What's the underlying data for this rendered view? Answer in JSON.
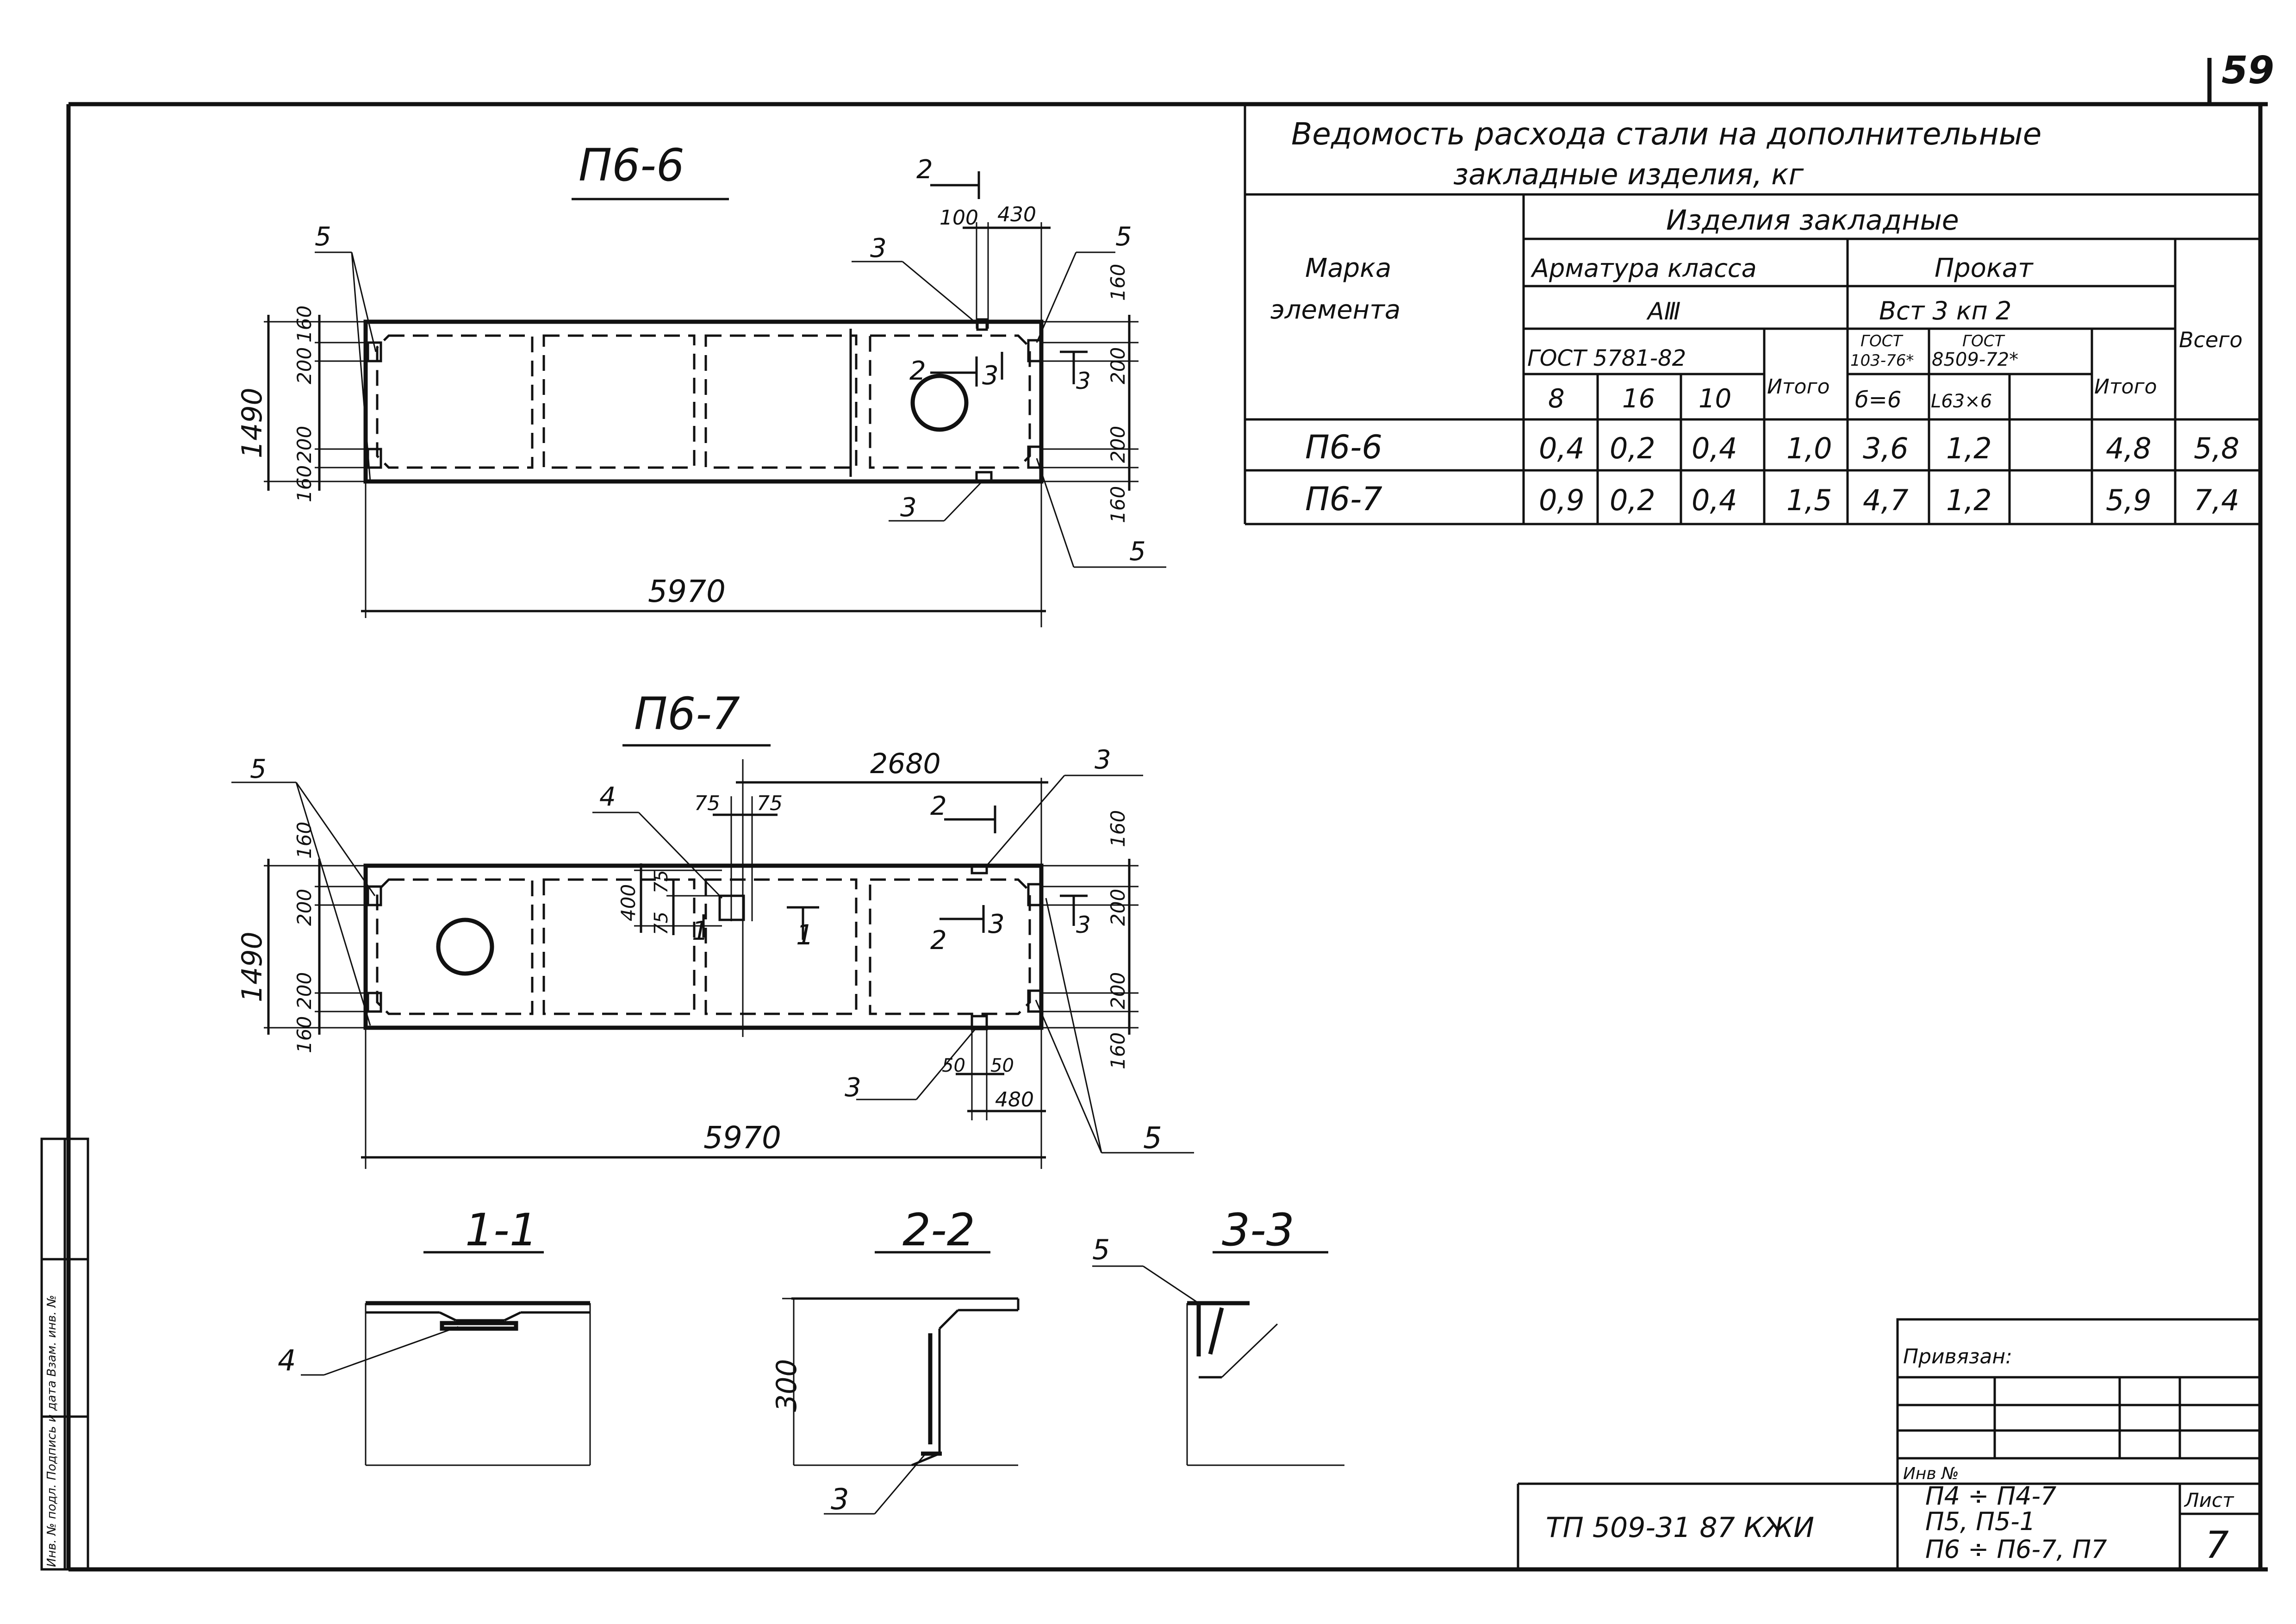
{
  "sheet_number_top": "59",
  "table": {
    "title_line1": "Ведомость расхода стали на дополнительные",
    "title_line2": "закладные изделия, кг",
    "group_header": "Изделия закладные",
    "col_marka": [
      "Марка",
      "элемента"
    ],
    "armatura_header": "Арматура класса",
    "armatura_class": "AⅢ",
    "armatura_gost": "ГОСТ 5781-82",
    "diameters": [
      "8",
      "16",
      "10"
    ],
    "itogo": "Итого",
    "prokat_header": "Прокат",
    "prokat_steel": "Вст 3 кп 2",
    "prokat_gost1": [
      "ГОСТ",
      "103-76*"
    ],
    "prokat_gost2": [
      "ГОСТ",
      "8509-72*"
    ],
    "prokat_sizes": [
      "б=6",
      "L63×6"
    ],
    "vsego": "Всего",
    "rows": [
      {
        "mark": "П6-6",
        "a8": "0,4",
        "a16": "0,2",
        "a10": "0,4",
        "a_total": "1,0",
        "p1": "3,6",
        "p2": "1,2",
        "p3": "",
        "p_total": "4,8",
        "total": "5,8"
      },
      {
        "mark": "П6-7",
        "a8": "0,9",
        "a16": "0,2",
        "a10": "0,4",
        "a_total": "1,5",
        "p1": "4,7",
        "p2": "1,2",
        "p3": "",
        "p_total": "5,9",
        "total": "7,4"
      }
    ]
  },
  "drawings": {
    "p66": {
      "title": "П6-6",
      "dims": {
        "length": "5970",
        "height": "1490",
        "d160a": "160",
        "d200a": "200",
        "d200b": "200",
        "d160b": "160",
        "d100": "100",
        "d430": "430"
      },
      "labels": {
        "c5a": "5",
        "c5b": "5",
        "c5c": "5",
        "c3a": "3",
        "c3b": "3",
        "c2a": "2",
        "c2b": "2",
        "s3a": "3",
        "s3b": "3"
      }
    },
    "p67": {
      "title": "П6-7",
      "dims": {
        "length": "5970",
        "height": "1490",
        "d2680": "2680",
        "d75a": "75",
        "d75b": "75",
        "d400": "400",
        "d75c": "75",
        "d75d": "75",
        "d160a": "160",
        "d200a": "200",
        "d200b": "200",
        "d160b": "160",
        "d50a": "50",
        "d50b": "50",
        "d480": "480"
      },
      "labels": {
        "c5a": "5",
        "c5b": "5",
        "c4": "4",
        "c3a": "3",
        "c3b": "3",
        "c2": "2",
        "c2b": "2",
        "c1": "1",
        "s1": "1",
        "s3": "3"
      }
    },
    "sections": {
      "s11": {
        "title": "1-1",
        "callout": "4"
      },
      "s22": {
        "title": "2-2",
        "dim": "300",
        "callout": "3"
      },
      "s33": {
        "title": "3-3",
        "callout": "5"
      }
    }
  },
  "stamp": {
    "privyazan": "Привязан:",
    "inv": "Инв №",
    "code": "ТП 509-31 87 КЖИ",
    "marks_line1": "П4 ÷ П4-7",
    "marks_line2": "П5, П5-1",
    "marks_line3": "П6 ÷ П6-7, П7",
    "list_label": "Лист",
    "list_number": "7"
  },
  "side_stamp": "Инв. № подл.  Подпись и дата  Взам. инв. №"
}
